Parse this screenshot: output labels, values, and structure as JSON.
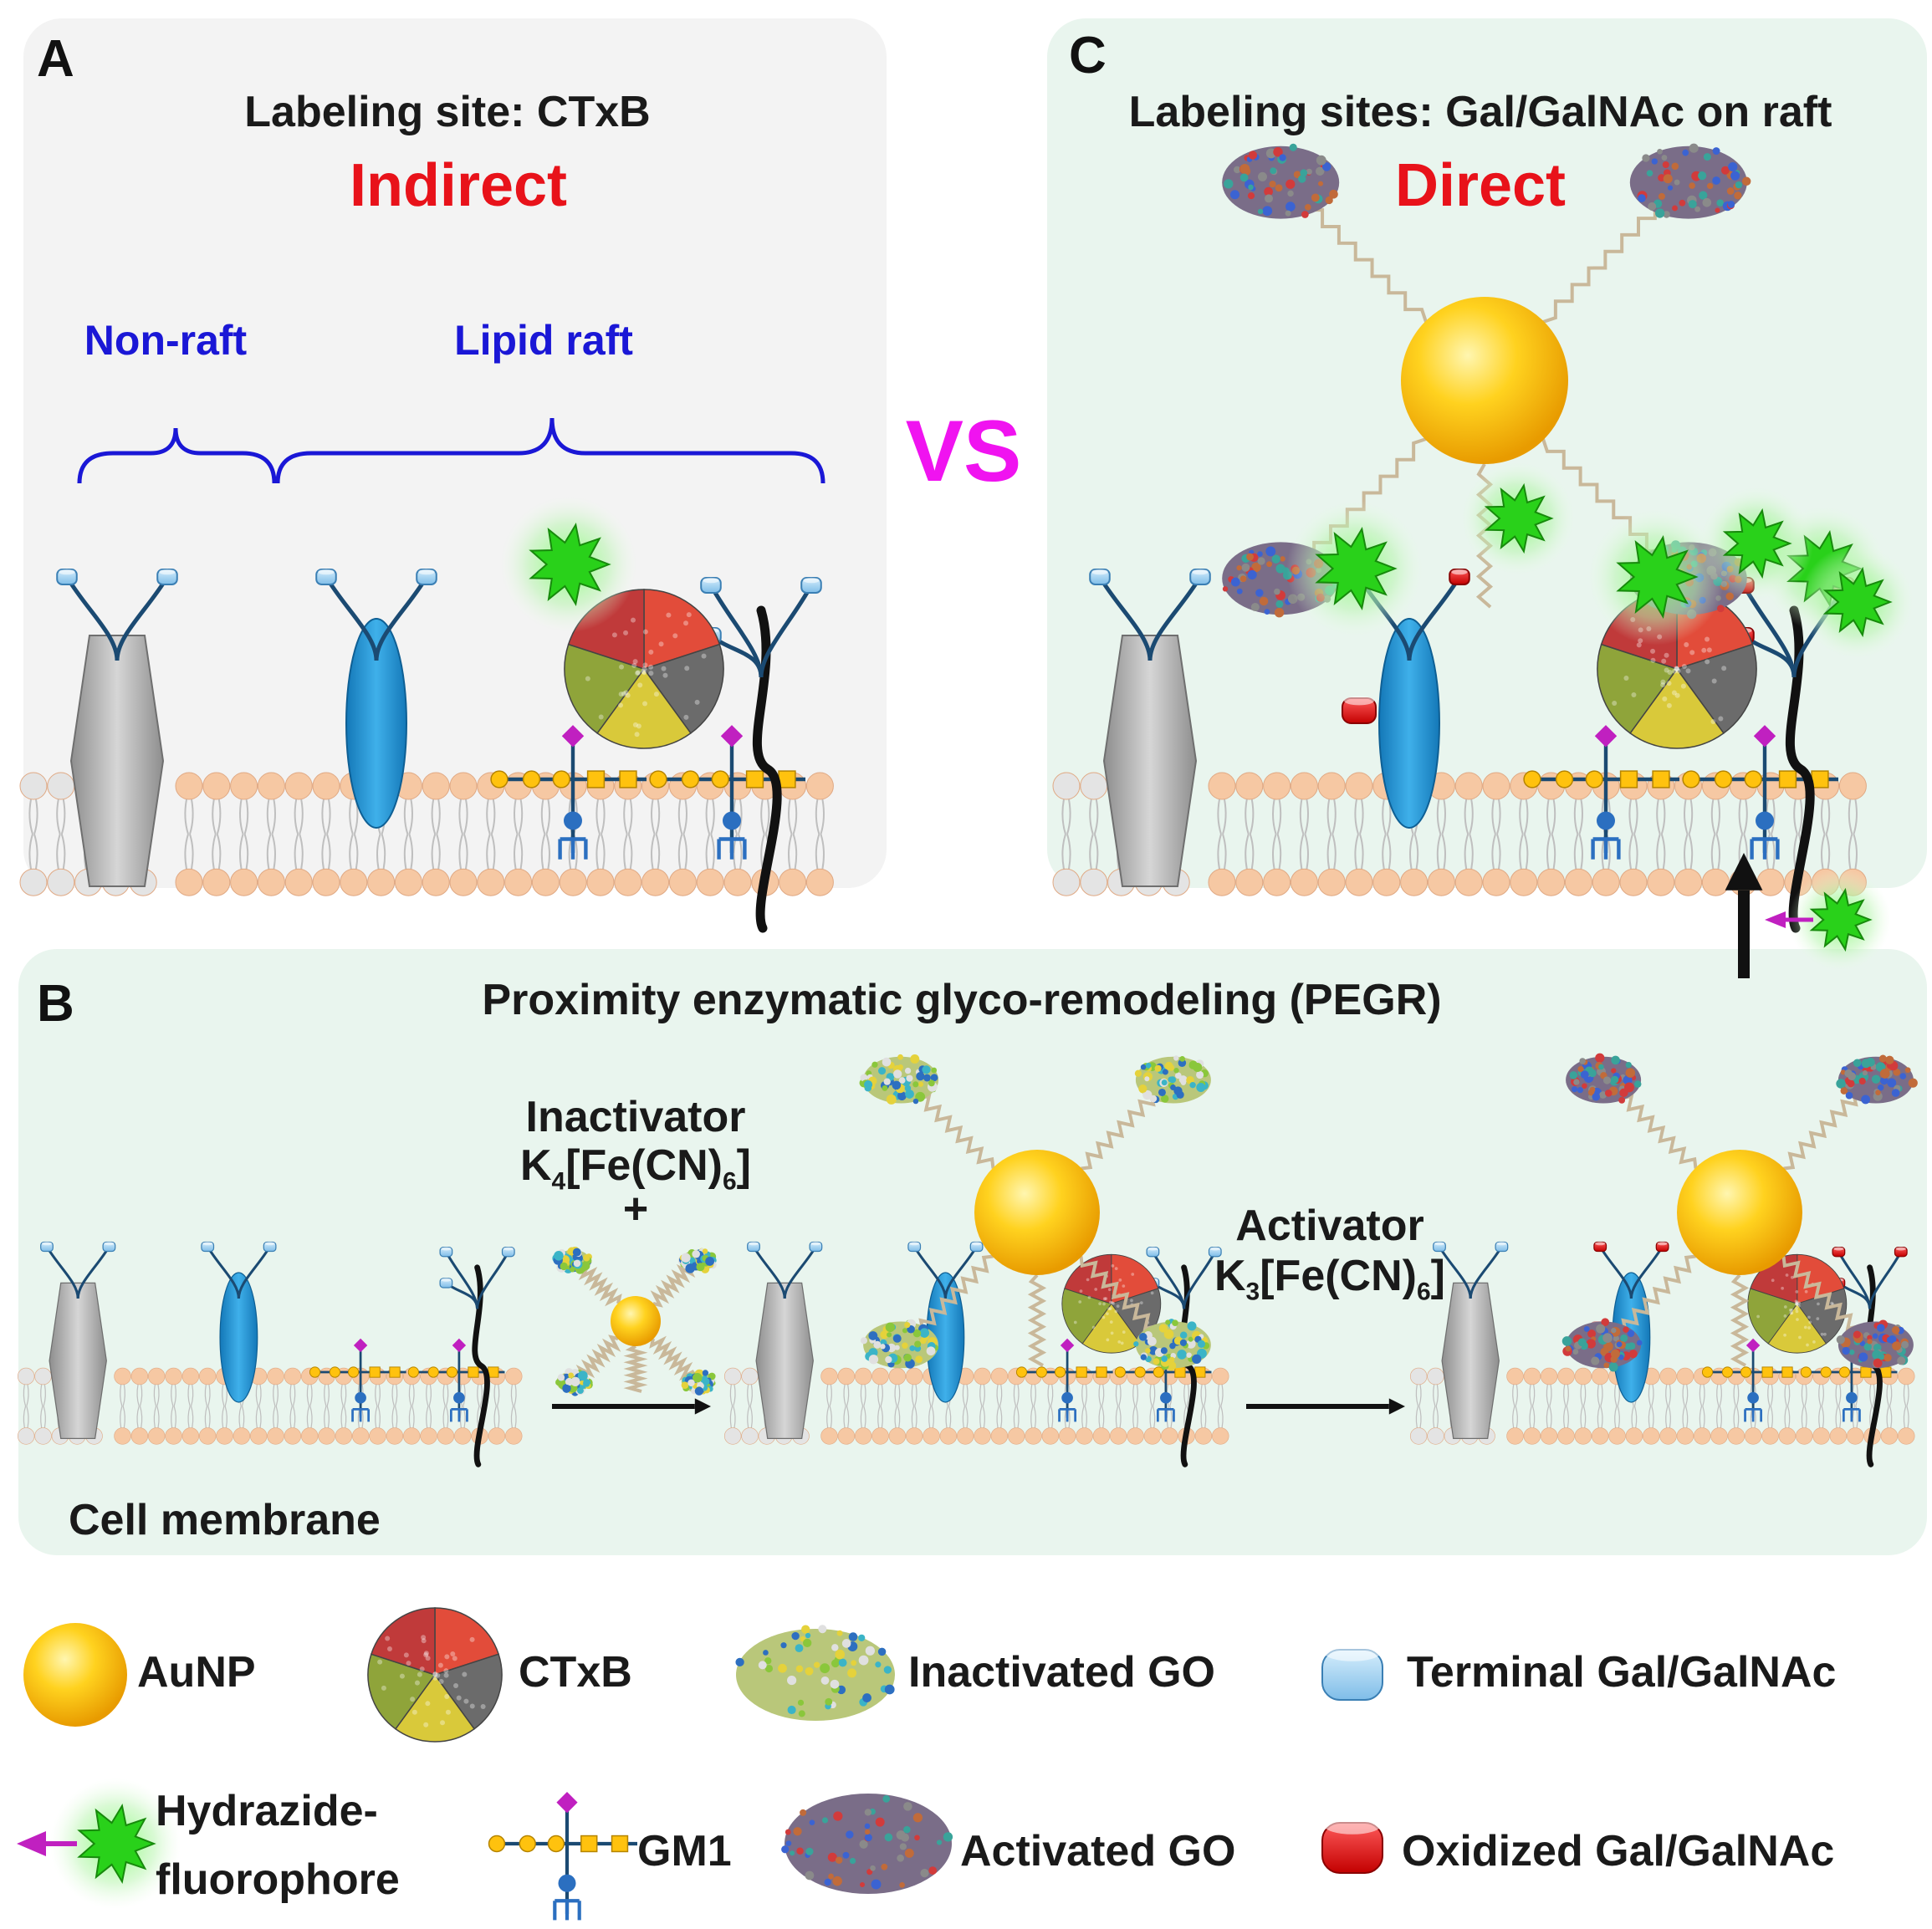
{
  "colors": {
    "red_text": "#e8121a",
    "blue_text": "#1a17d6",
    "vs": "#f013f0",
    "panel_a_bg": "#f3f3f3",
    "panel_bc_bg": "#e9f5ee",
    "aunp": "#f5b800",
    "receptor_blue": "#1f95d6",
    "terminal_gal": "#9fd0ef",
    "oxidized_gal": "#e01010",
    "fluorophore": "#29d11a",
    "gm1_sialic": "#c020c0",
    "lipid_raft_head": "#f6c8a3",
    "lipid_nonraft_head": "#e4e4e4"
  },
  "panel_a": {
    "letter": "A",
    "title": "Labeling site: CTxB",
    "mode": "Indirect",
    "nonraft_label": "Non-raft",
    "raft_label": "Lipid raft"
  },
  "vs_label": "VS",
  "panel_c": {
    "letter": "C",
    "title": "Labeling sites: Gal/GalNAc on raft",
    "mode": "Direct"
  },
  "panel_b": {
    "letter": "B",
    "title": "Proximity enzymatic glyco-remodeling (PEGR)",
    "inactivator_line1": "Inactivator",
    "inactivator_k": "K",
    "inactivator_k_sub": "4",
    "inactivator_fe": "[Fe(CN)",
    "inactivator_fe_sub": "6",
    "inactivator_end": "]",
    "plus": "+",
    "activator_line1": "Activator",
    "activator_k": "K",
    "activator_k_sub": "3",
    "activator_fe": "[Fe(CN)",
    "activator_fe_sub": "6",
    "activator_end": "]",
    "membrane_label": "Cell membrane"
  },
  "legend": {
    "aunp": "AuNP",
    "ctxb": "CTxB",
    "inactivated_go": "Inactivated GO",
    "terminal_gal": "Terminal Gal/GalNAc",
    "hydrazide_line1": "Hydrazide-",
    "hydrazide_line2": "fluorophore",
    "gm1": "GM1",
    "activated_go": "Activated GO",
    "oxidized_gal": "Oxidized Gal/GalNAc"
  }
}
